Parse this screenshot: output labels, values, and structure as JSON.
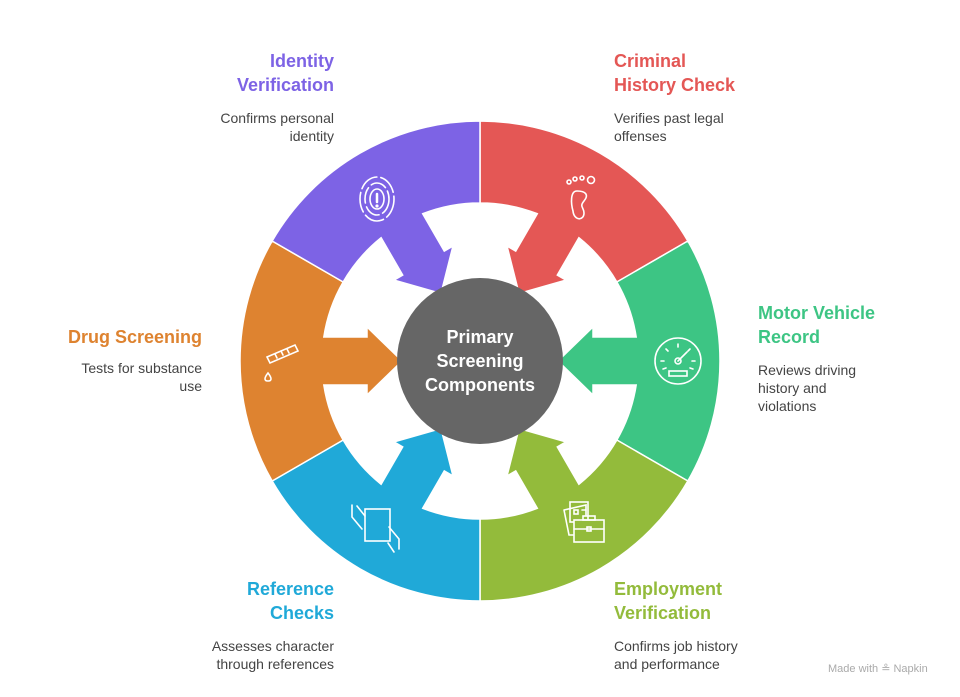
{
  "center": {
    "line1": "Primary",
    "line2": "Screening",
    "line3": "Components",
    "color": "#666666"
  },
  "segments": [
    {
      "title1": "Criminal",
      "title2": "History Check",
      "desc1": "Verifies past legal",
      "desc2": "offenses",
      "color": "#E45755",
      "icon": "footprint-icon"
    },
    {
      "title1": "Motor Vehicle",
      "title2": "Record",
      "desc1": "Reviews driving",
      "desc2": "history and",
      "desc3": "violations",
      "color": "#3DC584",
      "icon": "speedometer-icon"
    },
    {
      "title1": "Employment",
      "title2": "Verification",
      "desc1": "Confirms job history",
      "desc2": "and performance",
      "color": "#93BB3B",
      "icon": "briefcase-documents-icon"
    },
    {
      "title1": "Reference",
      "title2": "Checks",
      "desc1": "Assesses character",
      "desc2": "through references",
      "color": "#20A9D8",
      "icon": "hands-tablet-icon"
    },
    {
      "title1": "Drug Screening",
      "desc1": "Tests for substance",
      "desc2": "use",
      "color": "#DE8330",
      "icon": "test-tube-icon"
    },
    {
      "title1": "Identity",
      "title2": "Verification",
      "desc1": "Confirms personal",
      "desc2": "identity",
      "color": "#7D63E5",
      "icon": "fingerprint-icon"
    }
  ],
  "footer": {
    "text": "Made with",
    "brand": "Napkin"
  }
}
